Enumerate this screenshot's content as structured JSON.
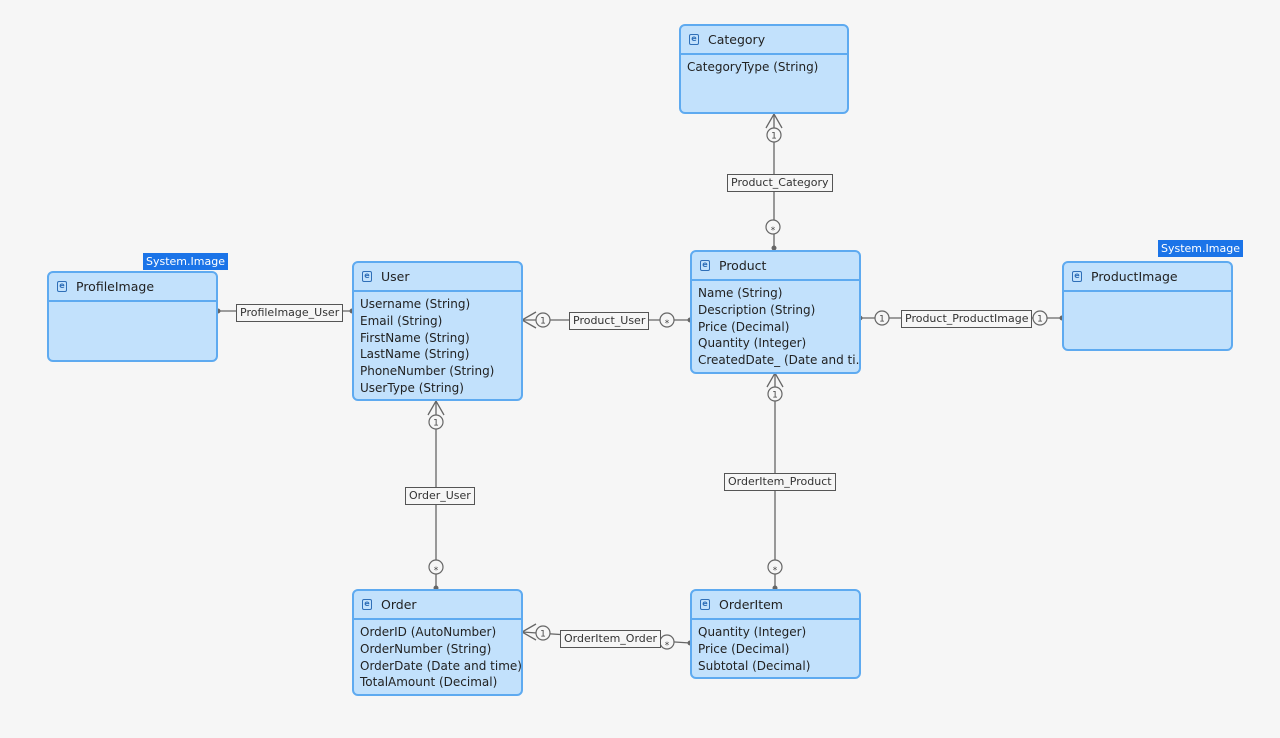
{
  "entities": {
    "category": {
      "name": "Category",
      "attributes": [
        "CategoryType (String)"
      ]
    },
    "profile_image": {
      "name": "ProfileImage",
      "attributes": [],
      "badge": "System.Image"
    },
    "user": {
      "name": "User",
      "attributes": [
        "Username (String)",
        "Email (String)",
        "FirstName (String)",
        "LastName (String)",
        "PhoneNumber (String)",
        "UserType (String)"
      ]
    },
    "product": {
      "name": "Product",
      "attributes": [
        "Name (String)",
        "Description (String)",
        "Price (Decimal)",
        "Quantity (Integer)",
        "CreatedDate_ (Date and ti..."
      ]
    },
    "product_image": {
      "name": "ProductImage",
      "attributes": [],
      "badge": "System.Image"
    },
    "order": {
      "name": "Order",
      "attributes": [
        "OrderID (AutoNumber)",
        "OrderNumber (String)",
        "OrderDate (Date and time)",
        "TotalAmount (Decimal)"
      ]
    },
    "order_item": {
      "name": "OrderItem",
      "attributes": [
        "Quantity (Integer)",
        "Price (Decimal)",
        "Subtotal (Decimal)"
      ]
    }
  },
  "associations": {
    "product_category": "Product_Category",
    "profileimage_user": "ProfileImage_User",
    "product_user": "Product_User",
    "product_productimage": "Product_ProductImage",
    "order_user": "Order_User",
    "orderitem_product": "OrderItem_Product",
    "orderitem_order": "OrderItem_Order"
  },
  "multiplicity": {
    "one": "1",
    "many": "*"
  },
  "icons": {
    "entity": "entity-icon"
  },
  "colors": {
    "entity_fill": "#c2e1fc",
    "entity_border": "#5eaaf0",
    "badge": "#1b74e8",
    "line": "#666666",
    "background": "#f6f6f6"
  }
}
